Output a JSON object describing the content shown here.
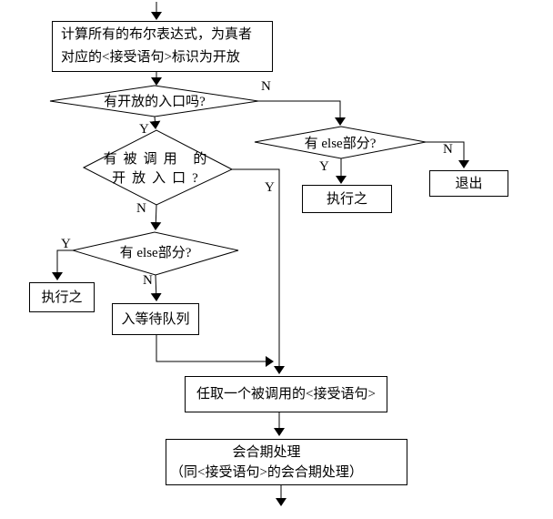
{
  "nodes": {
    "start_box": {
      "text": "计算所有的布尔表达式，为真者对应的<接受语句>标识为开放"
    },
    "open_entry_decision": {
      "text": "有开放的入口吗?"
    },
    "called_open_entry_decision": {
      "line1": "有被调用 的",
      "line2": "开放入口?"
    },
    "else_decision_right": {
      "text": "有 else部分?"
    },
    "else_decision_left": {
      "text": "有 else部分?"
    },
    "execute_right": {
      "text": "执行之"
    },
    "exit_box": {
      "text": "退出"
    },
    "execute_left": {
      "text": "执行之"
    },
    "wait_queue_box": {
      "text": "入等待队列"
    },
    "pick_accept_box": {
      "text": "任取一个被调用的<接受语句>"
    },
    "rendezvous_box": {
      "line1": "会合期处理",
      "line2": "（同<接受语句>的会合期处理）"
    }
  },
  "labels": {
    "yes": "Y",
    "no": "N"
  },
  "colors": {
    "line": "#000000",
    "background": "#ffffff",
    "node_fill": "#ffffff"
  }
}
